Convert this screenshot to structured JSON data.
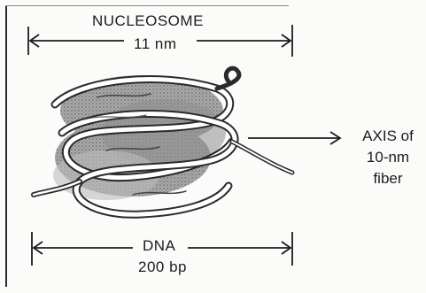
{
  "diagram": {
    "top_label": "NUCLEOSOME",
    "top_measure": "11 nm",
    "right_label_lines": [
      "AXIS of",
      "10-nm",
      "fiber"
    ],
    "bottom_label": "DNA",
    "bottom_measure": "200 bp"
  },
  "colors": {
    "ink": "#1c1c1c",
    "histone_fill": "#9b9b9b",
    "dna_ribbon": "#ffffff"
  }
}
